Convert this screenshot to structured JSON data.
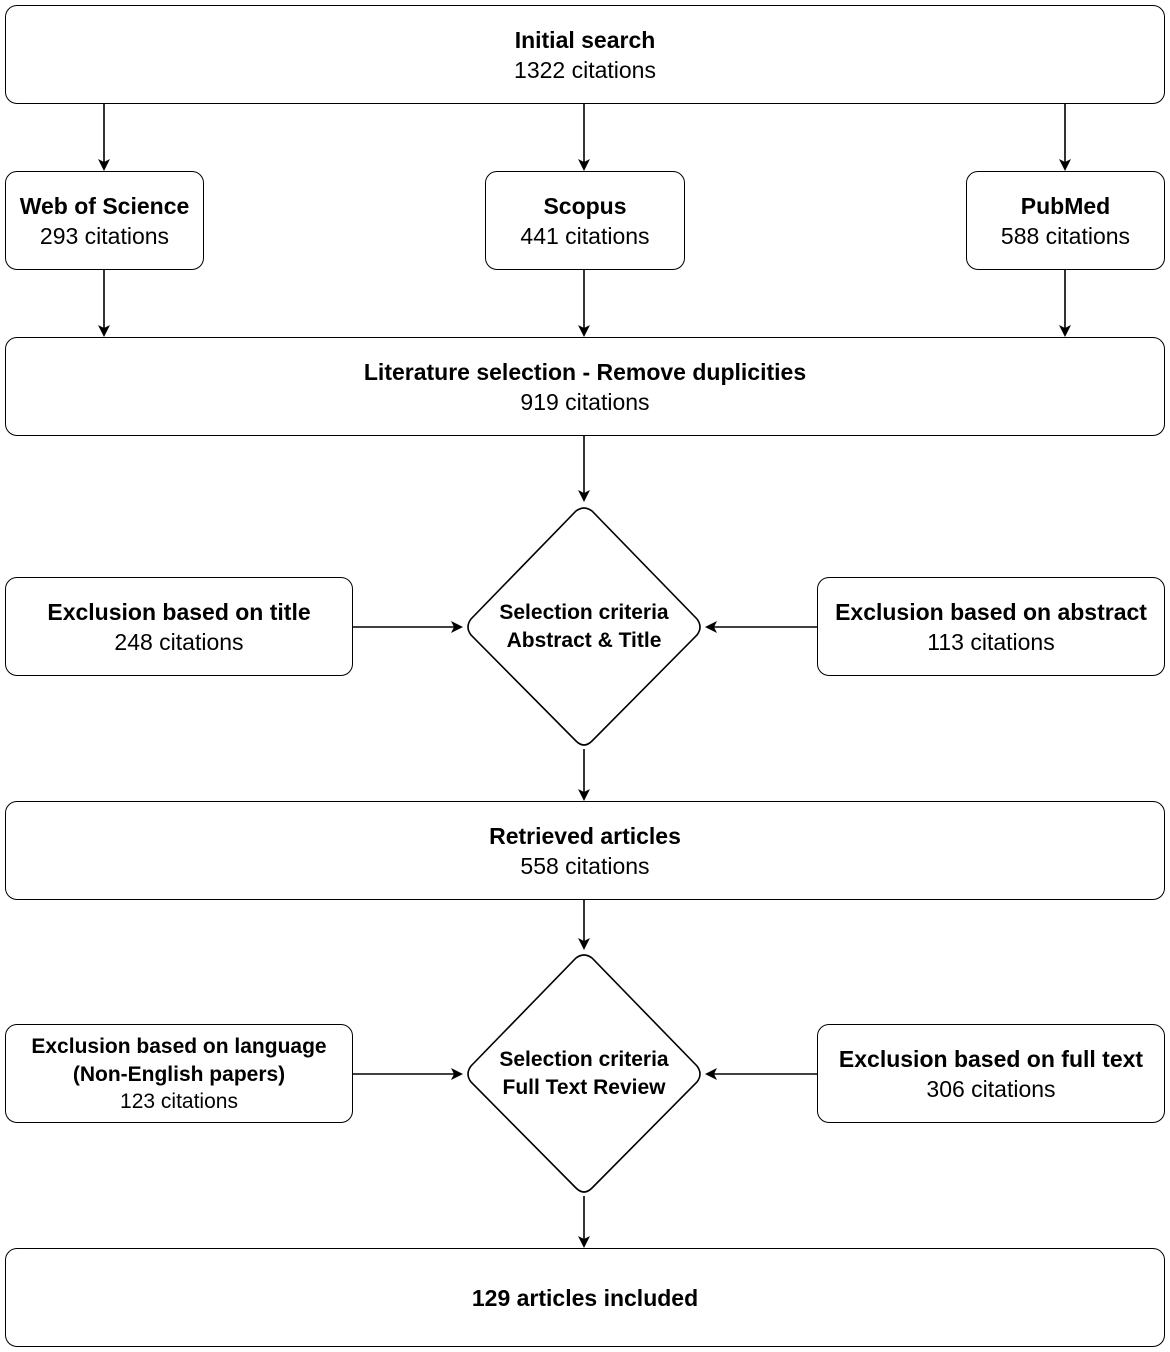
{
  "diagram": {
    "initial_search": {
      "title": "Initial search",
      "count": "1322 citations"
    },
    "sources": [
      {
        "title": "Web of Science",
        "count": "293 citations"
      },
      {
        "title": "Scopus",
        "count": "441 citations"
      },
      {
        "title": "PubMed",
        "count": "588 citations"
      }
    ],
    "literature_selection": {
      "title": "Literature selection - Remove duplicities",
      "count": "919 citations"
    },
    "decision_1": {
      "line1": "Selection criteria",
      "line2": "Abstract & Title"
    },
    "exclusion_title": {
      "title": "Exclusion based on title",
      "count": "248 citations"
    },
    "exclusion_abstract": {
      "title": "Exclusion based on abstract",
      "count": "113 citations"
    },
    "retrieved_articles": {
      "title": "Retrieved articles",
      "count": "558 citations"
    },
    "decision_2": {
      "line1": "Selection criteria",
      "line2": "Full Text Review"
    },
    "exclusion_language": {
      "title": "Exclusion based on language",
      "subtitle": "(Non-English papers)",
      "count": "123 citations"
    },
    "exclusion_full_text": {
      "title": "Exclusion based on full text",
      "count": "306 citations"
    },
    "included": {
      "title": "129 articles included"
    }
  }
}
